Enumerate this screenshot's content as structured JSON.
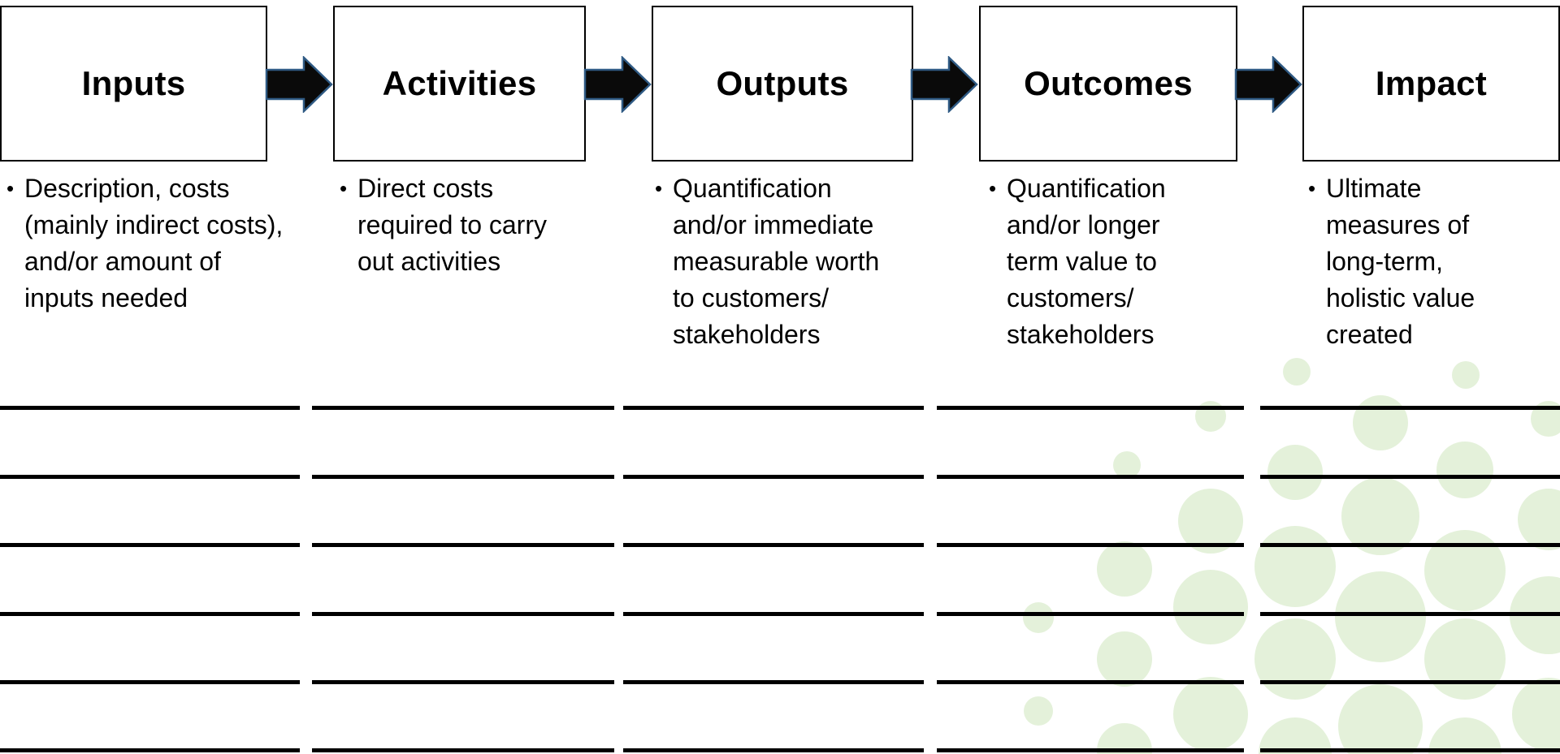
{
  "stages": [
    {
      "title": "Inputs",
      "description": [
        "Description, costs",
        "(mainly indirect costs),",
        "and/or amount of",
        "inputs needed"
      ]
    },
    {
      "title": "Activities",
      "description": [
        "Direct costs",
        "required to carry",
        "out activities"
      ]
    },
    {
      "title": "Outputs",
      "description": [
        "Quantification",
        "and/or immediate",
        "measurable worth",
        "to customers/",
        "stakeholders"
      ]
    },
    {
      "title": "Outcomes",
      "description": [
        "Quantification",
        "and/or longer",
        "term value to",
        "customers/",
        "stakeholders"
      ]
    },
    {
      "title": "Impact",
      "description": [
        "Ultimate",
        "measures of",
        "long-term,",
        "holistic value",
        "created"
      ]
    }
  ],
  "colors": {
    "border": "#000000",
    "arrow_fill": "#0a0a0a",
    "arrow_outline": "#2f5a84",
    "decoration": "#e4f1da"
  },
  "icons": {
    "arrow": "right-arrow-icon",
    "decoration": "circle-cluster-decoration"
  }
}
